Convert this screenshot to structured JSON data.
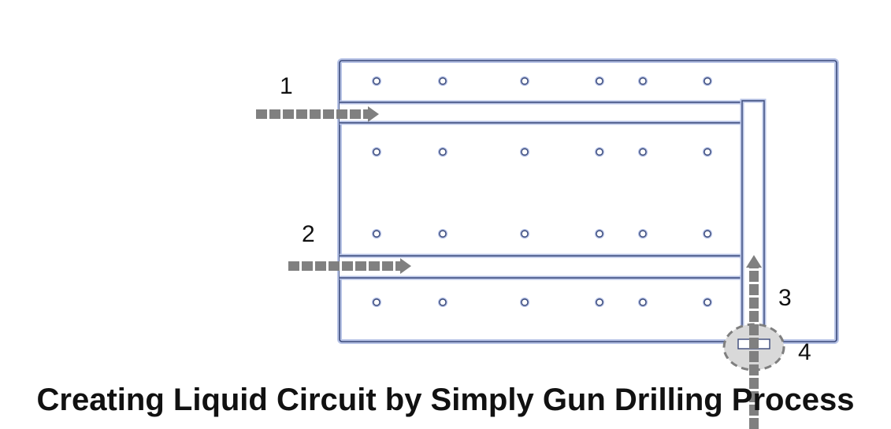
{
  "labels": {
    "one": "1",
    "two": "2",
    "three": "3",
    "four": "4"
  },
  "caption": "Creating Liquid Circuit by Simply Gun Drilling Process",
  "colors": {
    "plate_outline": "#3b4a7a",
    "plate_glow": "#b7c3e6",
    "hole": "#3b4a7a",
    "hole_glow": "#aebbe2",
    "arrow": "#808080",
    "plug_fill": "#d9d9d9",
    "plug_outline": "#7f7f7f"
  }
}
